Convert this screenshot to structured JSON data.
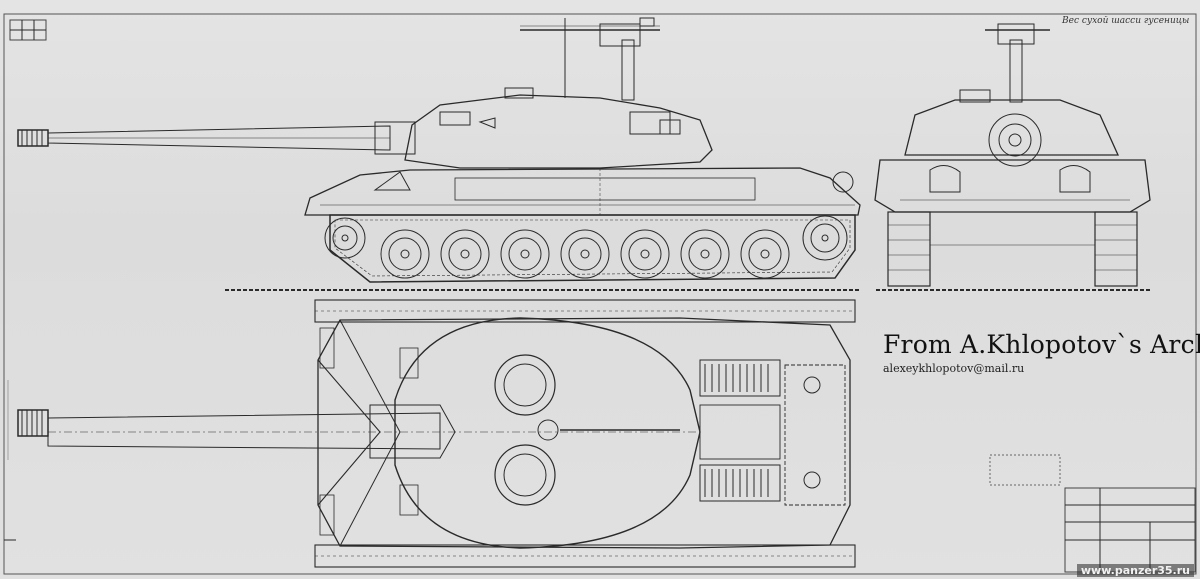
{
  "archive_caption": "From A.Khlopotov`s Archive",
  "archive_email": "alexeykhlopotov@mail.ru",
  "top_note": "Вес сухой шасси гусеницы",
  "watermark": "www.panzer35.ru",
  "colors": {
    "paper": "#e0e0e0",
    "ink": "#222222"
  }
}
